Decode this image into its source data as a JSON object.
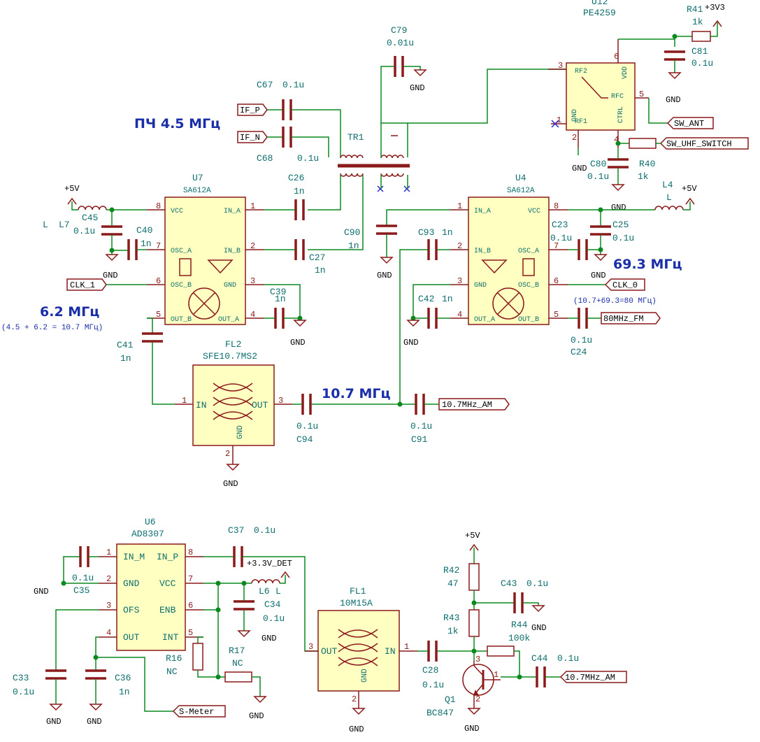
{
  "annotations": {
    "if_freq": "ПЧ 4.5 МГц",
    "osc_u7": "6.2 МГц",
    "osc_u7_sum": "(4.5 + 6.2 = 10.7 МГц)",
    "osc_u4": "69.3 МГц",
    "osc_u4_sum": "(10.7+69.3=80 МГц)",
    "filter_freq": "10.7 МГц"
  },
  "ics": {
    "u7": {
      "ref": "U7",
      "value": "SA612A",
      "pins": {
        "vcc": "VCC",
        "in_a": "IN_A",
        "osc_a": "OSC_A",
        "in_b": "IN_B",
        "osc_b": "OSC_B",
        "gnd": "GND",
        "out_b": "OUT_B",
        "out_a": "OUT_A"
      }
    },
    "u4": {
      "ref": "U4",
      "value": "SA612A",
      "pins": {
        "in_a": "IN_A",
        "vcc": "VCC",
        "in_b": "IN_B",
        "osc_a": "OSC_A",
        "gnd": "GND",
        "osc_b": "OSC_B",
        "out_a": "OUT_A",
        "out_b": "OUT_B"
      }
    },
    "u12": {
      "ref": "U12",
      "value": "PE4259",
      "pins": {
        "rf2": "RF2",
        "vdd": "VDD",
        "rfc": "RFC",
        "gnd": "GND",
        "rf1": "RF1",
        "ctrl": "CTRL"
      }
    },
    "u6": {
      "ref": "U6",
      "value": "AD8307",
      "pins": {
        "in_m": "IN_M",
        "in_p": "IN_P",
        "gnd": "GND",
        "vcc": "VCC",
        "ofs": "OFS",
        "enb": "ENB",
        "out": "OUT",
        "int": "INT"
      }
    },
    "fl2": {
      "ref": "FL2",
      "value": "SFE10.7MS2",
      "in": "IN",
      "out": "OUT",
      "gnd": "GND"
    },
    "fl1": {
      "ref": "FL1",
      "value": "10M15A",
      "in": "IN",
      "out": "OUT",
      "gnd": "GND"
    },
    "tr1": {
      "ref": "TR1"
    },
    "q1": {
      "ref": "Q1",
      "value": "BC847"
    }
  },
  "components": {
    "c67": {
      "ref": "C67",
      "value": "0.1u"
    },
    "c68": {
      "ref": "C68",
      "value": "0.1u"
    },
    "c79": {
      "ref": "C79",
      "value": "0.01u"
    },
    "c81": {
      "ref": "C81",
      "value": "0.1u"
    },
    "c80": {
      "ref": "C80",
      "value": "0.1u"
    },
    "r40": {
      "ref": "R40",
      "value": "1k"
    },
    "r41": {
      "ref": "R41",
      "value": "1k"
    },
    "c45": {
      "ref": "C45",
      "value": "0.1u"
    },
    "l7": {
      "ref": "L7",
      "value": "L"
    },
    "c40": {
      "ref": "C40",
      "value": "1n"
    },
    "c26": {
      "ref": "C26",
      "value": "1n"
    },
    "c27": {
      "ref": "C27",
      "value": "1n"
    },
    "c39": {
      "ref": "C39",
      "value": "1n"
    },
    "c41": {
      "ref": "C41",
      "value": "1n"
    },
    "c90": {
      "ref": "C90",
      "value": "1n"
    },
    "c93": {
      "ref": "C93",
      "value": "1n"
    },
    "c42": {
      "ref": "C42",
      "value": "1n"
    },
    "c23": {
      "ref": "C23",
      "value": "0.1u"
    },
    "c25": {
      "ref": "C25",
      "value": "0.1u"
    },
    "l4": {
      "ref": "L4",
      "value": "L"
    },
    "c24": {
      "ref": "C24",
      "value": "0.1u"
    },
    "c94": {
      "ref": "C94",
      "value": "0.1u"
    },
    "c91": {
      "ref": "C91",
      "value": "0.1u"
    },
    "c35": {
      "ref": "C35",
      "value": "0.1u"
    },
    "c37": {
      "ref": "C37",
      "value": "0.1u"
    },
    "c34": {
      "ref": "C34",
      "value": "0.1u"
    },
    "l6": {
      "ref": "L6",
      "value": "L"
    },
    "r16": {
      "ref": "R16",
      "value": "NC"
    },
    "r17": {
      "ref": "R17",
      "value": "NC"
    },
    "c33": {
      "ref": "C33",
      "value": "0.1u"
    },
    "c36": {
      "ref": "C36",
      "value": "1n"
    },
    "r42": {
      "ref": "R42",
      "value": "47"
    },
    "r43": {
      "ref": "R43",
      "value": "1k"
    },
    "c43": {
      "ref": "C43",
      "value": "0.1u"
    },
    "r44": {
      "ref": "R44",
      "value": "100k"
    },
    "c28": {
      "ref": "C28",
      "value": "0.1u"
    },
    "c44": {
      "ref": "C44",
      "value": "0.1u"
    }
  },
  "nets": {
    "if_p": "IF_P",
    "if_n": "IF_N",
    "clk_1": "CLK_1",
    "clk_0": "CLK_0",
    "sw_ant": "SW_ANT",
    "sw_uhf": "SW_UHF_SWITCH",
    "fm80": "80MHz_FM",
    "am107": "10.7MHz_AM",
    "smeter": "S-Meter",
    "v5": "+5V",
    "v3v3": "+3V3",
    "v3v3det": "+3.3V_DET",
    "gnd": "GND"
  },
  "colors": {
    "wire": "#0a8a1e",
    "part": "#8b1a1a",
    "body": "#ffffc2",
    "text": "#0e6e6e",
    "note": "#1a2ea8"
  }
}
